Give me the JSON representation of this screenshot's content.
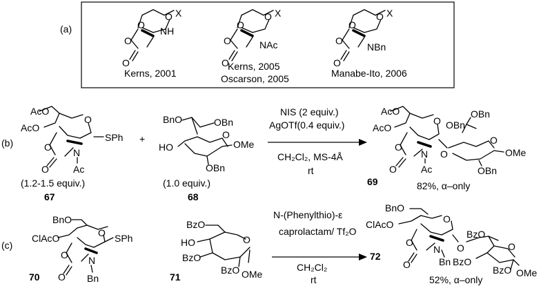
{
  "panel_a": {
    "label": "(a)",
    "structures": [
      {
        "o1": "O",
        "o2": "O",
        "o3": "O",
        "x": "X",
        "n": "NH",
        "co": "O",
        "caption": [
          "Kerns, 2001"
        ]
      },
      {
        "o1": "O",
        "o2": "O",
        "o3": "O",
        "x": "X",
        "n": "NAc",
        "co": "O",
        "caption": [
          "Kerns, 2005",
          "Oscarson, 2005"
        ]
      },
      {
        "o1": "O",
        "o2": "O",
        "o3": "O",
        "x": "X",
        "n": "NBn",
        "co": "O",
        "caption": [
          "Manabe-Ito, 2006"
        ]
      }
    ]
  },
  "panel_b": {
    "label": "(b)",
    "donor": {
      "ac1": "AcO",
      "ac2": "AcO",
      "ring_o": "O",
      "sph": "SPh",
      "o_carb": "O",
      "n": "N",
      "co": "O",
      "nsub": "Ac",
      "equiv": "(1.2-1.5 equiv.)",
      "number": "67"
    },
    "plus": "+",
    "acceptor": {
      "bno1": "BnO",
      "obn1": "OBn",
      "ho": "HO",
      "ring_o": "O",
      "ome": "OMe",
      "obn2": "OBn",
      "equiv": "(1.0 equiv.)",
      "number": "68"
    },
    "conditions": {
      "above1": "NIS (2 equiv.)",
      "above2": "AgOTf(0.4 equiv.)",
      "below1": "CH₂Cl₂, MS-4Å",
      "below2": "rt"
    },
    "product": {
      "ac1": "AcO",
      "ac2": "AcO",
      "ring_o": "O",
      "obn_a": "OBn",
      "obn_b": "OBn",
      "o_link": "O",
      "ring_o2": "O",
      "o_carb": "O",
      "n": "N",
      "co": "O",
      "nsub": "Ac",
      "ome": "OMe",
      "obn_c": "OBn",
      "number": "69",
      "yield": "82%, α–only"
    }
  },
  "panel_c": {
    "label": "(c)",
    "donor": {
      "bno": "BnO",
      "clac": "ClAcO",
      "ring_o": "O",
      "sph": "SPh",
      "o_carb": "O",
      "n": "N",
      "co": "O",
      "nsub": "Bn",
      "number": "70"
    },
    "acceptor": {
      "bzo1": "BzO",
      "ho": "HO",
      "ring_o": "O",
      "bzo2": "BzO",
      "bzo3": "BzO",
      "ome": "OMe",
      "number": "71"
    },
    "conditions": {
      "above1": "N-(Phenylthio)-ε",
      "above2": "caprolactam/ Tf₂O",
      "below1": "CH₂Cl₂",
      "below2": "rt"
    },
    "product": {
      "bno": "BnO",
      "clac": "ClAcO",
      "ring_o": "O",
      "bzo_a": "BzO",
      "o_carb": "O",
      "n": "N",
      "o_link": "O",
      "ring_o2": "O",
      "co": "O",
      "nsub": "Bn",
      "bzo_b": "BzO",
      "bzo_c": "BzO",
      "ome": "OMe",
      "number": "72",
      "yield": "52%, α–only"
    }
  }
}
